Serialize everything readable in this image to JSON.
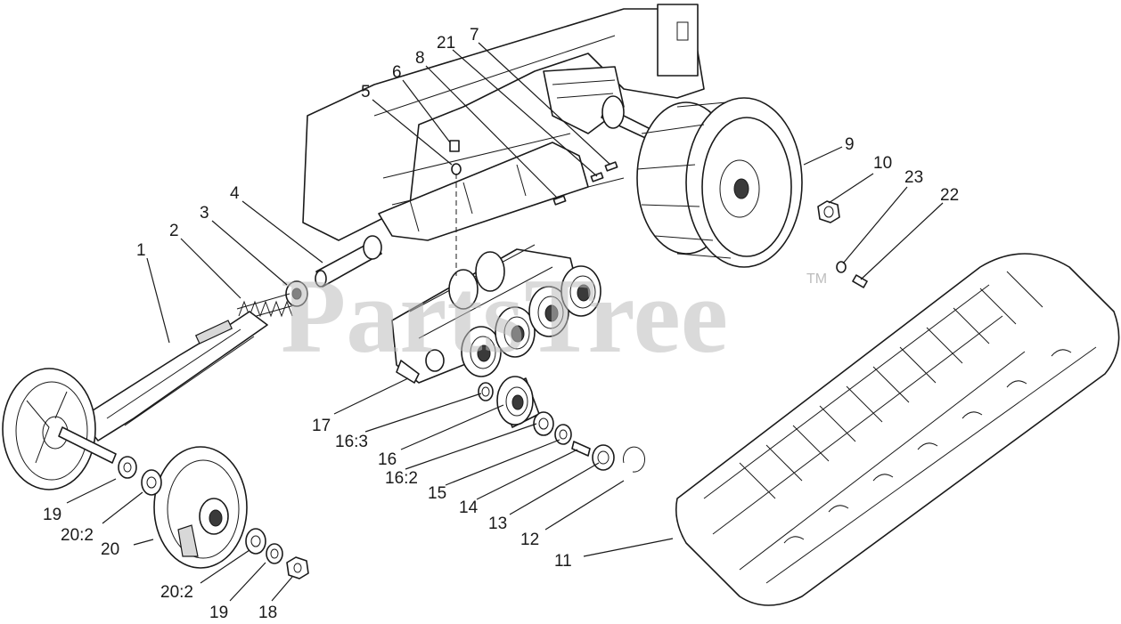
{
  "watermark": {
    "text": "PartsTree",
    "tm": "TM"
  },
  "callouts": [
    {
      "id": "c1",
      "label": "1"
    },
    {
      "id": "c2",
      "label": "2"
    },
    {
      "id": "c3",
      "label": "3"
    },
    {
      "id": "c4",
      "label": "4"
    },
    {
      "id": "c5",
      "label": "5"
    },
    {
      "id": "c6",
      "label": "6"
    },
    {
      "id": "c7",
      "label": "7"
    },
    {
      "id": "c8",
      "label": "8"
    },
    {
      "id": "c9",
      "label": "9"
    },
    {
      "id": "c10",
      "label": "10"
    },
    {
      "id": "c11",
      "label": "11"
    },
    {
      "id": "c12",
      "label": "12"
    },
    {
      "id": "c13",
      "label": "13"
    },
    {
      "id": "c14",
      "label": "14"
    },
    {
      "id": "c15",
      "label": "15"
    },
    {
      "id": "c16",
      "label": "16"
    },
    {
      "id": "c16_2",
      "label": "16:2"
    },
    {
      "id": "c16_3",
      "label": "16:3"
    },
    {
      "id": "c17",
      "label": "17"
    },
    {
      "id": "c18",
      "label": "18"
    },
    {
      "id": "c19a",
      "label": "19"
    },
    {
      "id": "c19b",
      "label": "19"
    },
    {
      "id": "c20",
      "label": "20"
    },
    {
      "id": "c20_2a",
      "label": "20:2"
    },
    {
      "id": "c20_2b",
      "label": "20:2"
    },
    {
      "id": "c21",
      "label": "21"
    },
    {
      "id": "c22",
      "label": "22"
    },
    {
      "id": "c23",
      "label": "23"
    }
  ]
}
